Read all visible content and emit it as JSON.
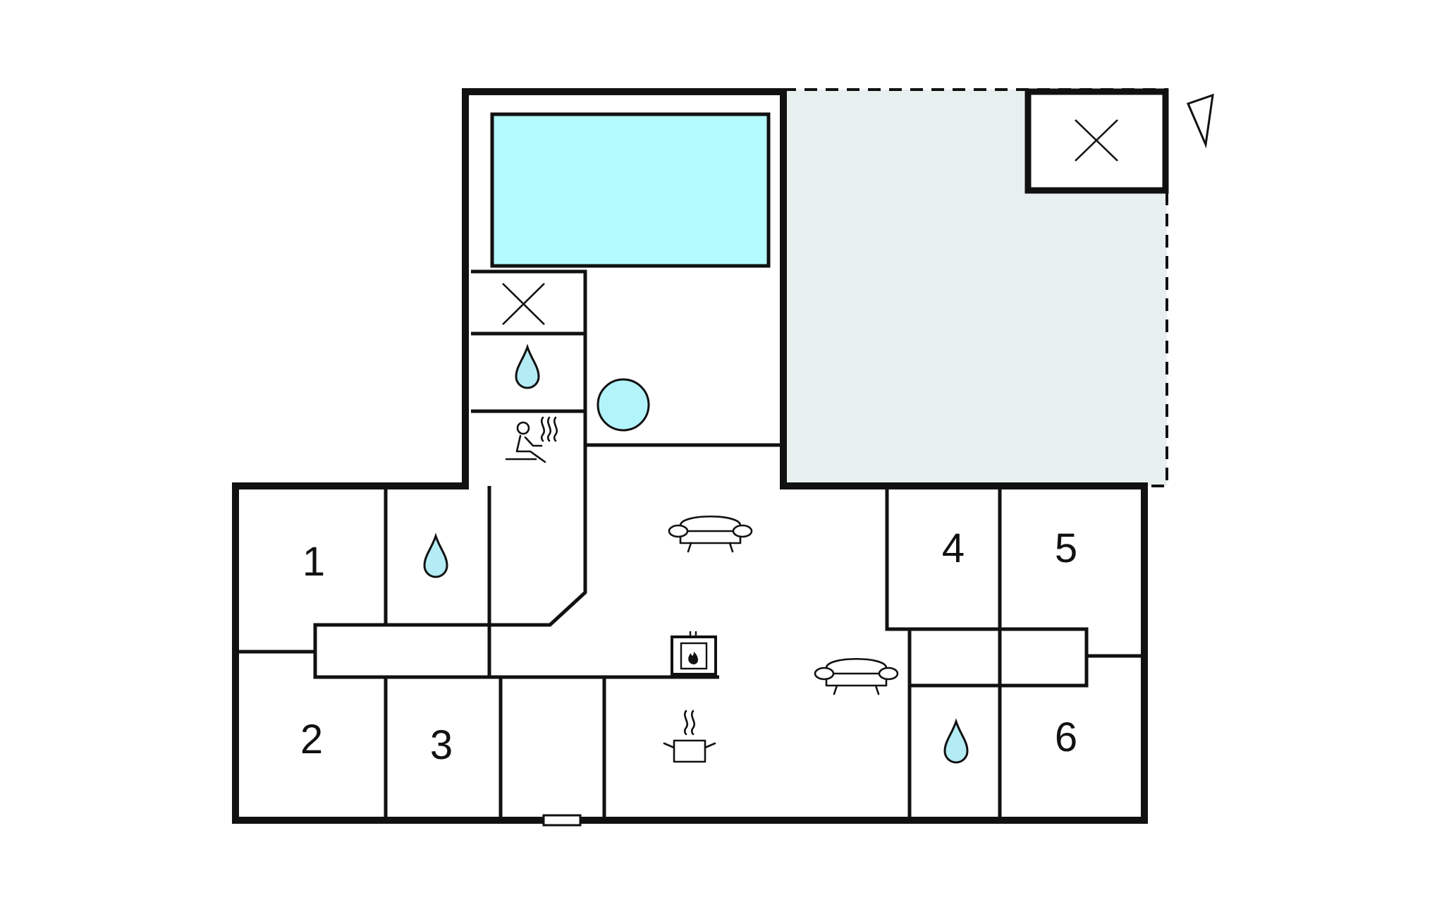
{
  "plan": {
    "room_numbers": [
      "1",
      "2",
      "3",
      "4",
      "5",
      "6"
    ]
  },
  "colors": {
    "wall": "#111111",
    "pool": "#b3fbfd",
    "terrace": "#e8efef",
    "water_drop": "#b3ecf5",
    "hot_tub": "#b3f4fa"
  },
  "icons": [
    "pool",
    "hot-tub",
    "terrace",
    "north-arrow",
    "sauna-icon",
    "bathroom-icon",
    "sofa-icon",
    "fireplace-icon",
    "kitchen-pot-icon",
    "x-mark-icon",
    "door"
  ]
}
